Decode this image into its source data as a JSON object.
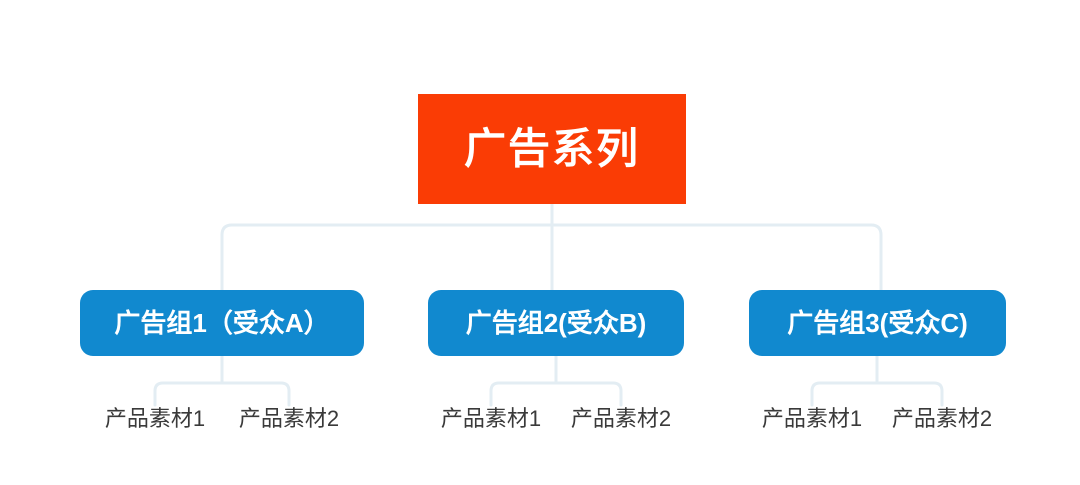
{
  "diagram": {
    "type": "org-chart",
    "title_node": {
      "label": "广告系列",
      "color": "#fa3c05",
      "text_color": "#ffffff"
    },
    "connector_color": "#e3edf3",
    "ad_groups": [
      {
        "label": "广告组1（受众A）",
        "color": "#1189cf",
        "text_color": "#ffffff",
        "creatives": [
          {
            "label": "产品素材1"
          },
          {
            "label": "产品素材2"
          }
        ]
      },
      {
        "label": "广告组2(受众B)",
        "color": "#1189cf",
        "text_color": "#ffffff",
        "creatives": [
          {
            "label": "产品素材1"
          },
          {
            "label": "产品素材2"
          }
        ]
      },
      {
        "label": "广告组3(受众C)",
        "color": "#1189cf",
        "text_color": "#ffffff",
        "creatives": [
          {
            "label": "产品素材1"
          },
          {
            "label": "产品素材2"
          }
        ]
      }
    ]
  }
}
